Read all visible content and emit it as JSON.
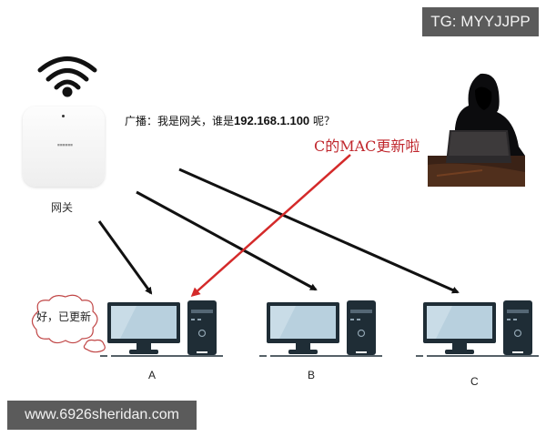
{
  "watermarks": {
    "top_right": "TG: MYYJJPP",
    "bottom_left": "www.6926sheridan.com"
  },
  "gateway": {
    "label": "网关",
    "icons": [
      "wifi-icon",
      "router-icon"
    ]
  },
  "broadcast": {
    "prefix": "广播：我是网关，谁是",
    "ip": "192.168.1.100",
    "suffix": " 呢？"
  },
  "attacker": {
    "icon": "hooded-hacker-image",
    "message": "C的MAC更新啦"
  },
  "computers": [
    {
      "label": "A",
      "thought": "好，已更新"
    },
    {
      "label": "B"
    },
    {
      "label": "C"
    }
  ],
  "arrows": {
    "broadcast_color": "#111111",
    "spoof_color": "#d42a2a"
  }
}
